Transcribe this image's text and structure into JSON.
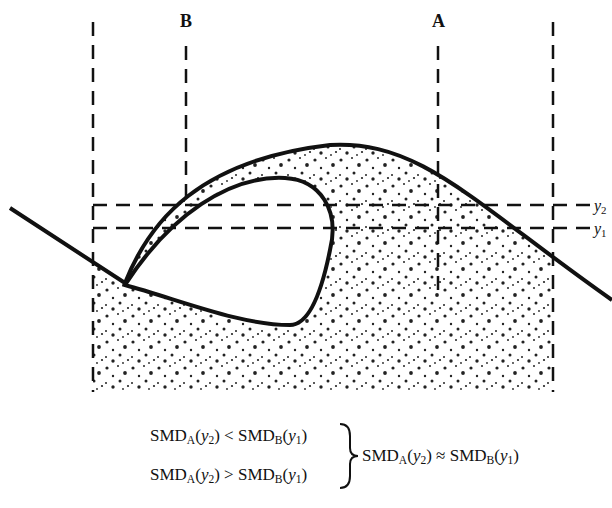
{
  "diagram": {
    "labels": [
      "B",
      "A",
      "y2",
      "y1",
      "SMDA(y2) < SMDB(y1)",
      "SMDA(y2) > SMDB(y1)",
      "SMDA(y2) ≈ SMDB(y1)"
    ]
  }
}
